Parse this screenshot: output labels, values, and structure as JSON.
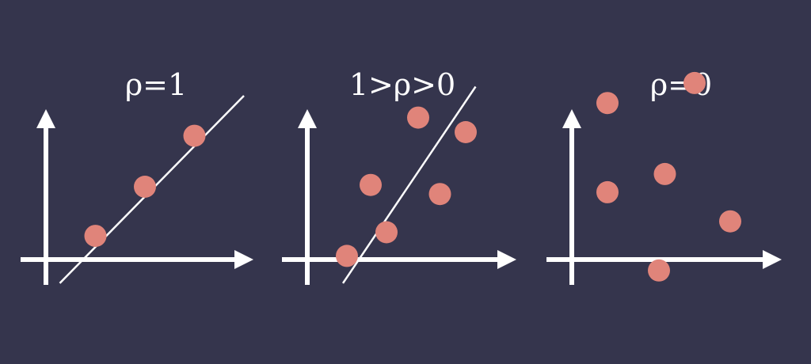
{
  "colors": {
    "background": "#35354d",
    "axis": "#ffffff",
    "point": "#e0847a",
    "fit_line": "#ffffff"
  },
  "panels": [
    {
      "title": "ρ=1",
      "has_fit_line": true,
      "points": [
        [
          0.25,
          0.13
        ],
        [
          0.5,
          0.4
        ],
        [
          0.75,
          0.68
        ]
      ],
      "line": [
        [
          0.07,
          -0.13
        ],
        [
          1.0,
          0.9
        ]
      ]
    },
    {
      "title": "1>ρ>0",
      "has_fit_line": true,
      "points": [
        [
          0.2,
          0.02
        ],
        [
          0.32,
          0.41
        ],
        [
          0.4,
          0.15
        ],
        [
          0.56,
          0.78
        ],
        [
          0.67,
          0.36
        ],
        [
          0.8,
          0.7
        ]
      ],
      "line": [
        [
          0.18,
          -0.13
        ],
        [
          0.85,
          0.95
        ]
      ]
    },
    {
      "title": "ρ=0",
      "has_fit_line": false,
      "points": [
        [
          0.18,
          0.86
        ],
        [
          0.18,
          0.37
        ],
        [
          0.47,
          0.47
        ],
        [
          0.62,
          0.97
        ],
        [
          0.44,
          -0.06
        ],
        [
          0.8,
          0.21
        ]
      ]
    }
  ]
}
